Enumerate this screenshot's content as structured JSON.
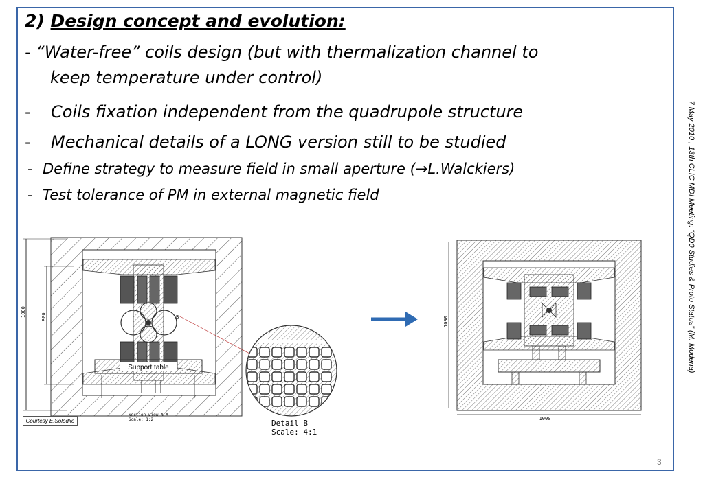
{
  "heading": {
    "number": "2) ",
    "title": "Design concept and evolution:"
  },
  "bullets": [
    {
      "dash": "- ",
      "text": "“Water-free” coils design (but with thermalization channel to"
    },
    {
      "dash": "",
      "text": "keep temperature under control)"
    },
    {
      "dash": "-",
      "text": "Coils fixation independent from the quadrupole structure"
    },
    {
      "dash": "-",
      "text": "Mechanical details of a LONG version still to be studied"
    },
    {
      "dash": "-",
      "text": "Define strategy to measure field in small aperture (→L.Walckiers)"
    },
    {
      "dash": "-",
      "text": "Test tolerance of PM in external magnetic field"
    }
  ],
  "drawing_left": {
    "support_table_label": "Support table",
    "courtesy_prefix": "Courtesy ",
    "courtesy_name": "E.Solodko",
    "section_view_line1": "Section view A-A",
    "section_view_line2": "Scale: 1:2",
    "dim_outer": "1000",
    "dim_inner": "800",
    "detail_marker": "B"
  },
  "detail_b": {
    "line1": "Detail B",
    "line2": "Scale:  4:1"
  },
  "drawing_right": {
    "dim_vertical": "1000",
    "dim_horizontal": "1000"
  },
  "side_note": "7 May 2010 , 13th CLIC MDI Meeting:  “QD0 Studies & Proto Status” (M. Modena)",
  "page_number": "3",
  "colors": {
    "frame": "#3a66a8",
    "arrow": "#2f6bb3",
    "hatch": "#555555",
    "coil": "#444444"
  }
}
